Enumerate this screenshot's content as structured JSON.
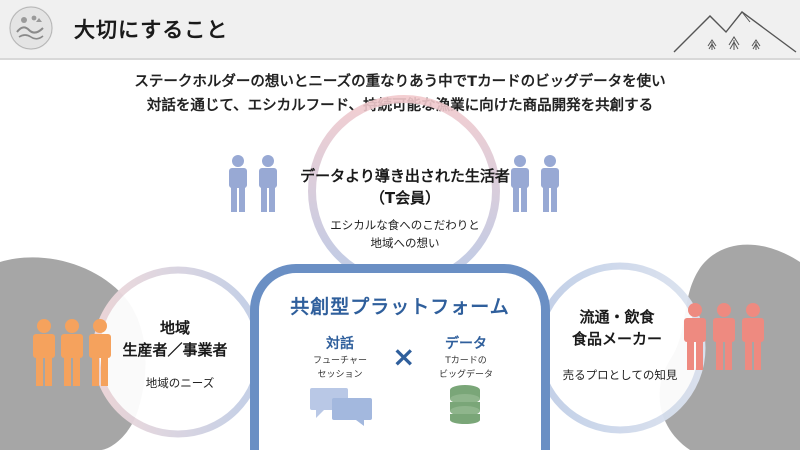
{
  "header": {
    "title": "大切にすること",
    "logo_icon": "community-logo-icon",
    "decoration_icon": "mountains-trees-icon"
  },
  "intro": {
    "line1": "ステークホルダーの想いとニーズの重なりあう中でTカードのビッグデータを使い",
    "line2": "対話を通じて、エシカルフード、持続可能な漁業に向けた商品開発を共創する"
  },
  "nodes": {
    "top": {
      "title_line1": "データより導き出された生活者",
      "title_line2": "（T会員）",
      "sub_line1": "エシカルな食へのこだわりと",
      "sub_line2": "地域への想い"
    },
    "left": {
      "title_line1": "地域",
      "title_line2": "生産者／事業者",
      "sub": "地域のニーズ"
    },
    "right": {
      "title_line1": "流通・飲食",
      "title_line2": "食品メーカー",
      "sub": "売るプロとしての知見"
    }
  },
  "platform": {
    "title": "共創型プラットフォーム",
    "dialogue": {
      "label": "対話",
      "sub_line1": "フューチャー",
      "sub_line2": "セッション"
    },
    "data": {
      "label": "データ",
      "sub_line1": "Tカードの",
      "sub_line2": "ビッグデータ"
    },
    "operator": "×"
  },
  "colors": {
    "accent_blue": "#6a8fc4",
    "dark_blue": "#2f5f9c",
    "people_blue": "#98a9d4",
    "people_orange": "#f5a25d",
    "people_red": "#ee8a80",
    "blob_gray": "#a6a6a6",
    "db_green": "#7aa678"
  }
}
